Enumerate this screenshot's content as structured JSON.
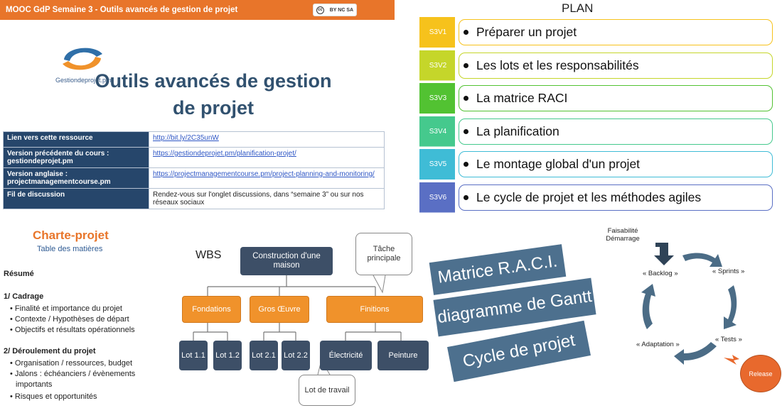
{
  "header": {
    "title": "MOOC GdP  Semaine 3 - Outils avancés de gestion de projet",
    "license_text": "BY NC SA"
  },
  "logo": {
    "caption": "Gestiondeprojet.pm"
  },
  "slide": {
    "title": "Outils avancés de gestion de projet"
  },
  "resources": [
    {
      "key": "Lien vers cette ressource",
      "value": "http://bit.ly/2C35unW"
    },
    {
      "key": "Version précédente du cours : gestiondeprojet.pm",
      "value": "https://gestiondeprojet.pm/planification-projet/"
    },
    {
      "key": "Version anglaise : projectmanagementcourse.pm",
      "value": "https://projectmanagementcourse.pm/project-planning-and-monitoring/"
    },
    {
      "key": "Fil de discussion",
      "value": "Rendez-vous sur l'onglet discussions, dans “semaine 3” ou sur nos réseaux sociaux"
    }
  ],
  "plan": {
    "title": "PLAN",
    "items": [
      {
        "code": "S3V1",
        "label": "Préparer un projet",
        "color": "#f6c21c"
      },
      {
        "code": "S3V2",
        "label": "Les lots et les responsabilités",
        "color": "#c5d62a"
      },
      {
        "code": "S3V3",
        "label": "La matrice RACI",
        "color": "#52c232"
      },
      {
        "code": "S3V4",
        "label": "La planification",
        "color": "#45c98d"
      },
      {
        "code": "S3V5",
        "label": "Le montage global d'un projet",
        "color": "#3fbcd6"
      },
      {
        "code": "S3V6",
        "label": "Le cycle de projet et les méthodes agiles",
        "color": "#5a6fc4"
      }
    ]
  },
  "charte": {
    "title": "Charte-projet",
    "subtitle": "Table des matières",
    "resume": "Résumé",
    "s1": "1/ Cadrage",
    "s1_items": [
      "Finalité et importance du projet",
      "Contexte / Hypothèses de départ",
      "Objectifs et résultats opérationnels"
    ],
    "s2": "2/ Déroulement du projet",
    "s2_items": [
      "Organisation / ressources, budget",
      "Jalons : échéanciers / évènements",
      "importants",
      "Risques et opportunités"
    ]
  },
  "wbs": {
    "label": "WBS",
    "root": "Construction d'une maison",
    "callout_top": "Tâche principale",
    "level1": [
      "Fondations",
      "Gros Œuvre",
      "Finitions"
    ],
    "lots": [
      "Lot 1.1",
      "Lot 1.2",
      "Lot 2.1",
      "Lot 2.2"
    ],
    "elec": "Électricité",
    "peinture": "Peinture",
    "callout_bottom": "Lot de travail"
  },
  "labels": {
    "raci": "Matrice R.A.C.I.",
    "gantt": "diagramme de Gantt",
    "cycle": "Cycle de projet"
  },
  "cycle": {
    "start": "Faisabilité Démarrage",
    "backlog": "« Backlog »",
    "sprints": "« Sprints »",
    "tests": "« Tests »",
    "adaptation": "« Adaptation »",
    "release": "Release"
  }
}
